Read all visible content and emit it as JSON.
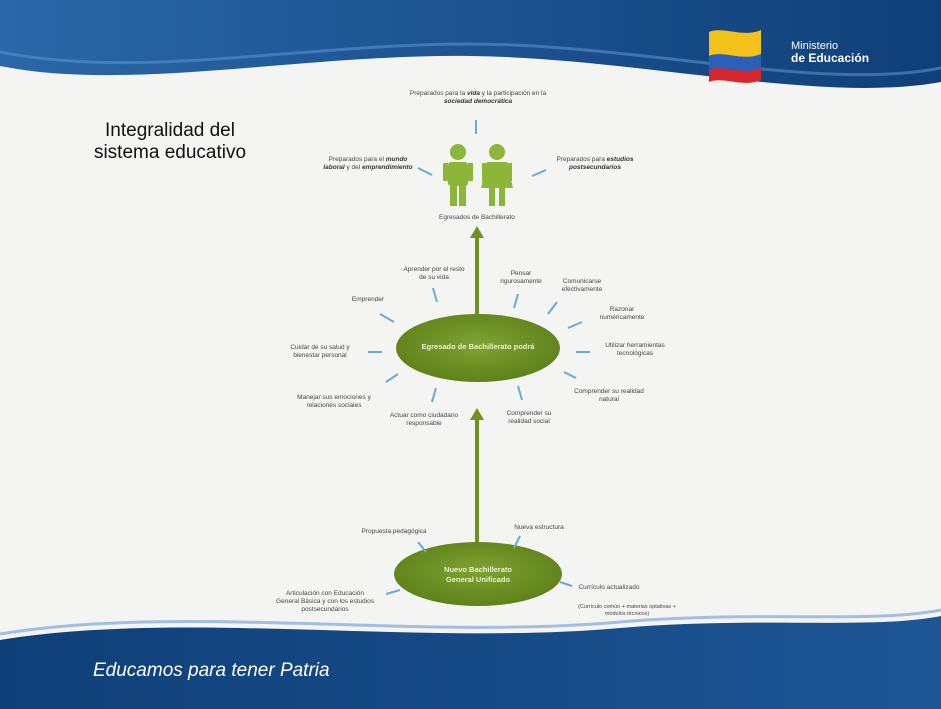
{
  "header": {
    "ministry_line1": "Ministerio",
    "ministry_line2": "de Educación"
  },
  "title": "Integralidad del sistema educativo",
  "footer": {
    "slogan": "Educamos para tener Patria"
  },
  "diagram": {
    "top_outcomes": {
      "democratic_pre": "Preparados para la",
      "democratic_b1": "vida",
      "democratic_mid": "y la participación en la",
      "democratic_b2": "sociedad democrática",
      "work_pre": "Preparados para el",
      "work_b1": "mundo laboral",
      "work_mid": "y del",
      "work_b2": "emprendimiento",
      "studies_pre": "Preparados para",
      "studies_b1": "estudios postsecundarios"
    },
    "graduates_label": "Egresados de Bachillerato",
    "central_ellipse": "Egresado de Bachillerato podrá",
    "abilities": [
      "Emprender",
      "Aprender por el resto de su vida",
      "Pensar rigurosamente",
      "Comunicarse efectivamente",
      "Razonar numéricamente",
      "Utilizar herramientas tecnológicas",
      "Comprender su realidad natural",
      "Comprender su realidad social",
      "Actuar como ciudadano responsable",
      "Manejar sus emociones y relaciones sociales",
      "Cuidar de su salud y bienestar personal"
    ],
    "bottom_ellipse_line1": "Nuevo Bachillerato",
    "bottom_ellipse_line2": "General Unificado",
    "bottom_items": {
      "pedagogica": "Propuesta pedagógica",
      "estructura": "Nueva estructura",
      "curriculo": "Currículo actualizado",
      "curriculo_note": "(Currículo común + materias optativas + módulos técnicos)",
      "articulacion": "Articulación con Educación General Básica y con los estudios postsecundarios"
    }
  },
  "colors": {
    "band": "#1b4e8a",
    "green": "#7a9a2a",
    "ellipse": "#6f9122"
  }
}
